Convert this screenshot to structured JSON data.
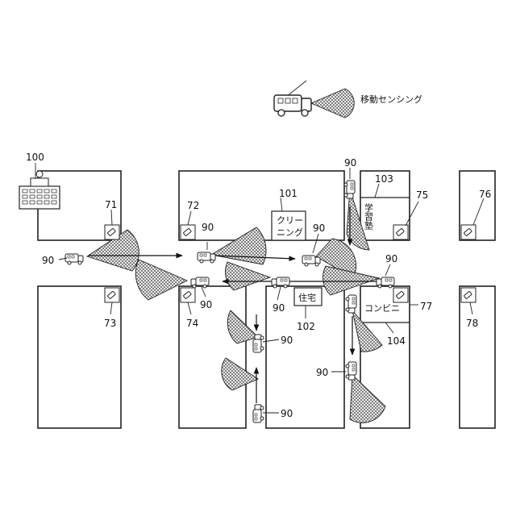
{
  "legend": {
    "label": "移動センシング"
  },
  "labels": {
    "n100": "100",
    "n101": "101",
    "n102": "102",
    "n103": "103",
    "n104": "104",
    "n71": "71",
    "n72": "72",
    "n73": "73",
    "n74": "74",
    "n75": "75",
    "n76": "76",
    "n77": "77",
    "n78": "78",
    "n90": "90"
  },
  "facilities": {
    "cleaning_line1": "クリー",
    "cleaning_line2": "ニング",
    "house": "住宅",
    "school": "学習塾",
    "convenience": "コンビニ"
  },
  "colors": {
    "line": "#222222",
    "hatch": "#555555"
  }
}
